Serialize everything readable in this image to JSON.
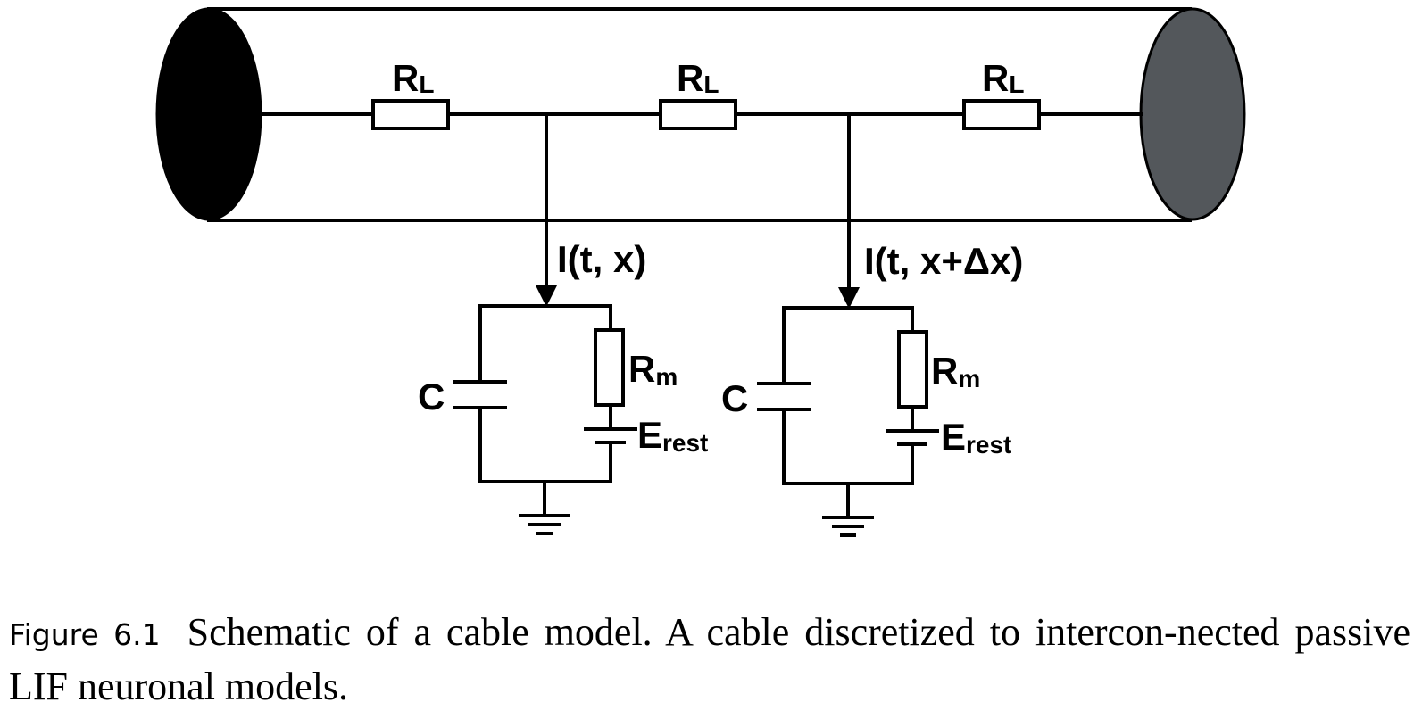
{
  "diagram": {
    "axial_resistor_labels": [
      {
        "main": "R",
        "sub": "L"
      },
      {
        "main": "R",
        "sub": "L"
      },
      {
        "main": "R",
        "sub": "L"
      }
    ],
    "compartments": [
      {
        "current_label": "I(t, x)",
        "capacitor_label": "C",
        "membrane_resistor": {
          "main": "R",
          "sub": "m"
        },
        "battery": {
          "main": "E",
          "sub": "rest"
        }
      },
      {
        "current_label": "I(t, x+Δx)",
        "capacitor_label": "C",
        "membrane_resistor": {
          "main": "R",
          "sub": "m"
        },
        "battery": {
          "main": "E",
          "sub": "rest"
        }
      }
    ],
    "colors": {
      "left_end_cap": "#000000",
      "right_end_cap": "#53575b",
      "line": "#000000"
    }
  },
  "caption": {
    "label": "Figure 6.1",
    "text": "Schematic of a cable model. A cable discretized to intercon-nected passive LIF neuronal models."
  }
}
